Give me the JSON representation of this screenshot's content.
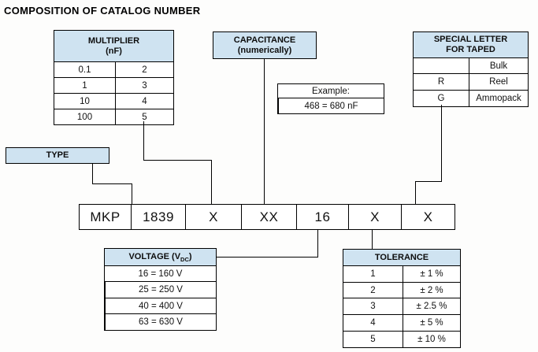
{
  "title": "COMPOSITION OF CATALOG NUMBER",
  "colors": {
    "header_fill": "#cfe3f1",
    "border": "#000000",
    "background": "#fdfdfc"
  },
  "multiplier": {
    "header_line1": "MULTIPLIER",
    "header_line2": "(nF)",
    "rows": [
      [
        "0.1",
        "2"
      ],
      [
        "1",
        "3"
      ],
      [
        "10",
        "4"
      ],
      [
        "100",
        "5"
      ]
    ]
  },
  "capacitance": {
    "header_line1": "CAPACITANCE",
    "header_line2": "(numerically)"
  },
  "example": {
    "label": "Example:",
    "value": "468 = 680 nF"
  },
  "special_letter": {
    "header_line1": "SPECIAL LETTER",
    "header_line2": "FOR TAPED",
    "rows": [
      [
        "",
        "Bulk"
      ],
      [
        "R",
        "Reel"
      ],
      [
        "G",
        "Ammopack"
      ]
    ]
  },
  "type_box": {
    "label": "TYPE"
  },
  "catalog_row": {
    "cells": [
      "MKP",
      "1839",
      "X",
      "XX",
      "16",
      "X",
      "X"
    ]
  },
  "voltage": {
    "header_prefix": "VOLTAGE (V",
    "header_sub": "DC",
    "header_suffix": ")",
    "rows": [
      "16 = 160 V",
      "25 = 250 V",
      "40 = 400 V",
      "63 = 630 V"
    ]
  },
  "tolerance": {
    "header": "TOLERANCE",
    "rows": [
      [
        "1",
        "± 1 %"
      ],
      [
        "2",
        "± 2 %"
      ],
      [
        "3",
        "± 2.5 %"
      ],
      [
        "4",
        "± 5 %"
      ],
      [
        "5",
        "± 10 %"
      ]
    ]
  }
}
